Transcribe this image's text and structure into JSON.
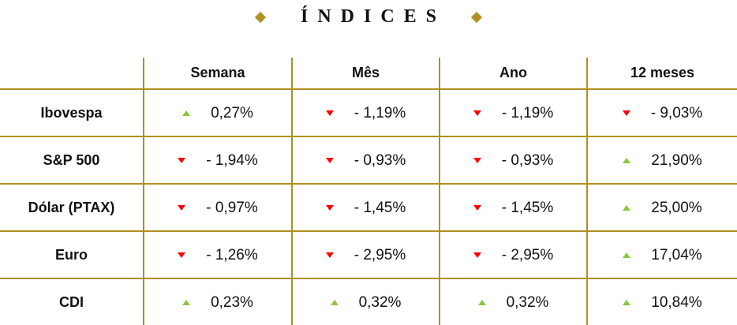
{
  "title": "ÍNDICES",
  "colors": {
    "gold": "#b0901f",
    "up": "#8cc63f",
    "down": "#ff0000"
  },
  "columns": [
    "",
    "Semana",
    "Mês",
    "Ano",
    "12 meses"
  ],
  "rows": [
    {
      "name": "Ibovespa",
      "values": [
        {
          "v": "0,27%",
          "dir": "up"
        },
        {
          "v": "- 1,19%",
          "dir": "down"
        },
        {
          "v": "- 1,19%",
          "dir": "down"
        },
        {
          "v": "- 9,03%",
          "dir": "down"
        }
      ]
    },
    {
      "name": "S&P 500",
      "values": [
        {
          "v": "- 1,94%",
          "dir": "down"
        },
        {
          "v": "- 0,93%",
          "dir": "down"
        },
        {
          "v": "- 0,93%",
          "dir": "down"
        },
        {
          "v": "21,90%",
          "dir": "up"
        }
      ]
    },
    {
      "name": "Dólar (PTAX)",
      "values": [
        {
          "v": "- 0,97%",
          "dir": "down"
        },
        {
          "v": "- 1,45%",
          "dir": "down"
        },
        {
          "v": "- 1,45%",
          "dir": "down"
        },
        {
          "v": "25,00%",
          "dir": "up"
        }
      ]
    },
    {
      "name": "Euro",
      "values": [
        {
          "v": "- 1,26%",
          "dir": "down"
        },
        {
          "v": "- 2,95%",
          "dir": "down"
        },
        {
          "v": "- 2,95%",
          "dir": "down"
        },
        {
          "v": "17,04%",
          "dir": "up"
        }
      ]
    },
    {
      "name": "CDI",
      "values": [
        {
          "v": "0,23%",
          "dir": "up"
        },
        {
          "v": "0,32%",
          "dir": "up"
        },
        {
          "v": "0,32%",
          "dir": "up"
        },
        {
          "v": "10,84%",
          "dir": "up"
        }
      ]
    }
  ]
}
